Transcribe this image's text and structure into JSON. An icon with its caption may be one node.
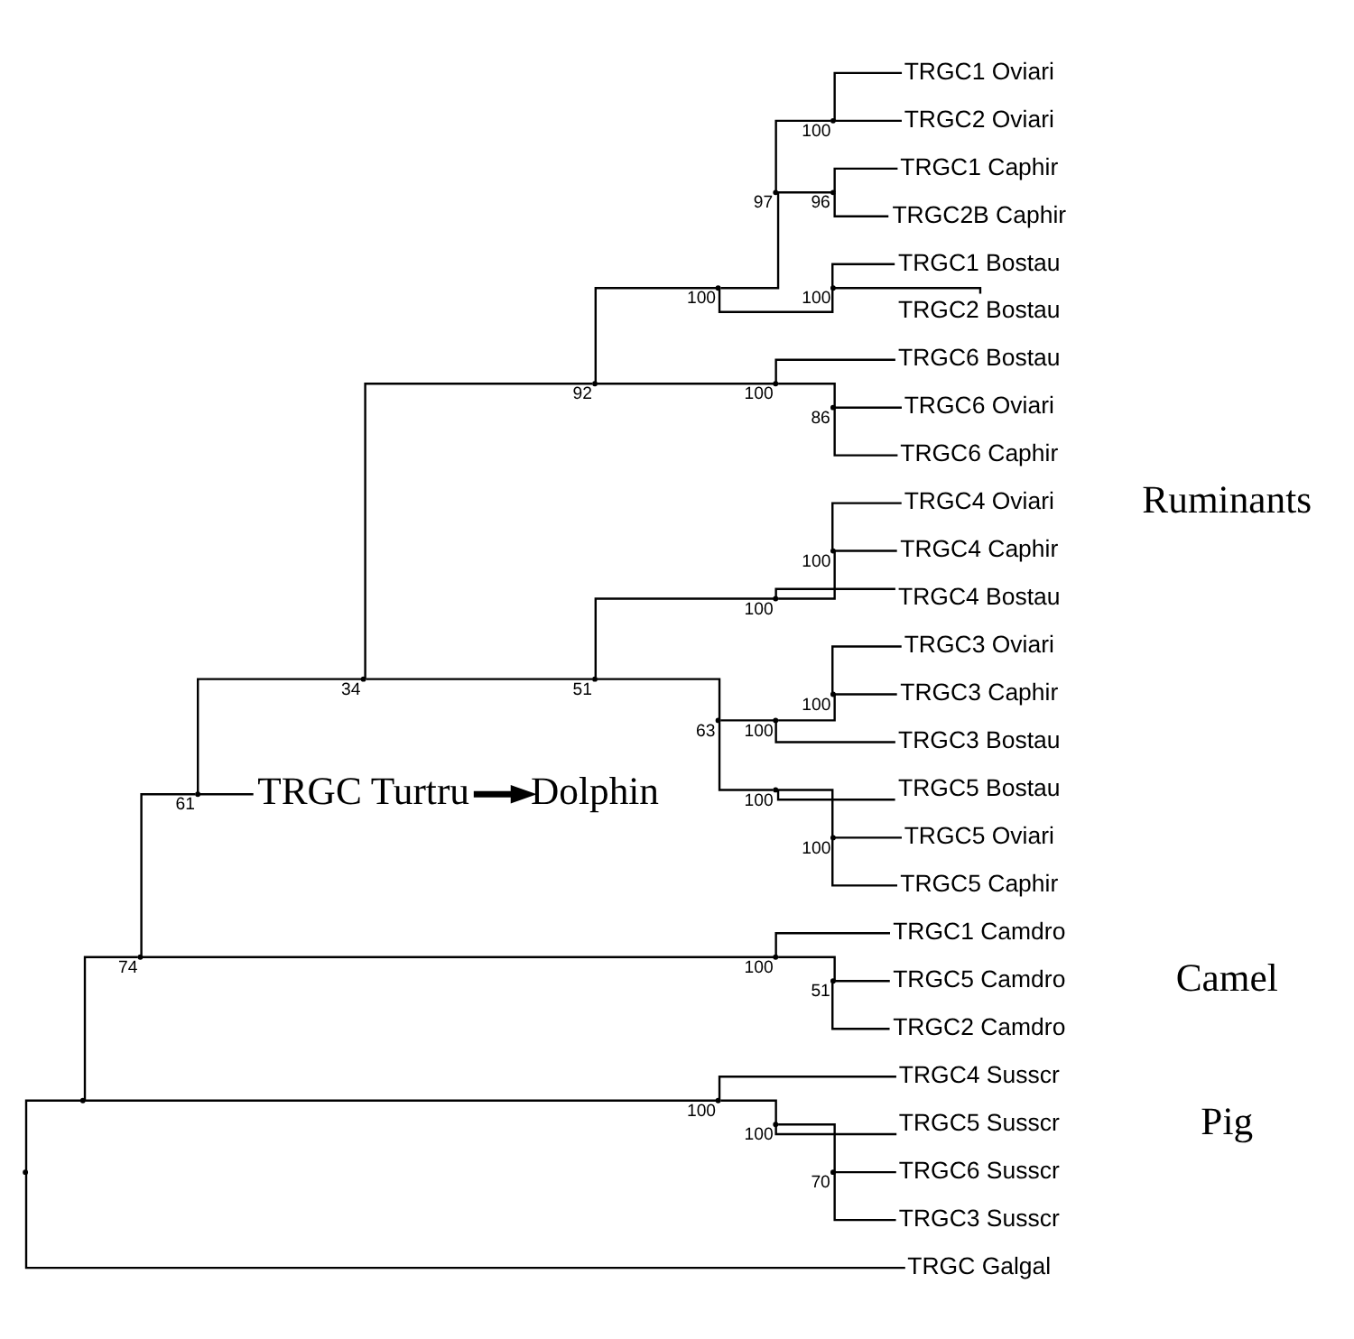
{
  "diagram": {
    "nodes": [
      {
        "text": [],
        "shape": "point"
      },
      {
        "text": [],
        "shape": "point"
      },
      {
        "text": [],
        "shape": "point",
        "beside": [
          "74"
        ]
      },
      {
        "text": [],
        "shape": "point",
        "beside": [
          "61"
        ]
      },
      {
        "text": [],
        "shape": "point",
        "beside": [
          "34"
        ]
      },
      {
        "text": [],
        "shape": "point",
        "beside": [
          "92"
        ]
      },
      {
        "text": [],
        "shape": "point",
        "beside": [
          "100"
        ]
      },
      {
        "text": [],
        "shape": "point",
        "beside": [
          "97"
        ]
      },
      {
        "text": [],
        "shape": "point",
        "beside": [
          "100"
        ]
      },
      {
        "text": [
          "TRGC1 Oviari"
        ]
      },
      {
        "text": [
          "TRGC2 Oviari"
        ]
      },
      {
        "text": [],
        "shape": "point",
        "beside": [
          "96"
        ]
      },
      {
        "text": [
          "TRGC1 Caphir"
        ]
      },
      {
        "text": [
          "TRGC2B Caphir"
        ]
      },
      {
        "text": [],
        "shape": "point",
        "beside": [
          "100"
        ]
      },
      {
        "text": [
          "TRGC1 Bostau"
        ]
      },
      {
        "text": [
          "TRGC2 Bostau"
        ]
      },
      {
        "text": [],
        "shape": "point",
        "beside": [
          "100"
        ]
      },
      {
        "text": [
          "TRGC6 Bostau"
        ]
      },
      {
        "text": [],
        "shape": "point",
        "beside": [
          "86"
        ]
      },
      {
        "text": [
          "TRGC6 Oviari"
        ]
      },
      {
        "text": [
          "TRGC6 Caphir"
        ]
      },
      {
        "text": [],
        "shape": "point",
        "beside": [
          "51"
        ]
      },
      {
        "text": [],
        "shape": "point",
        "beside": [
          "100"
        ]
      },
      {
        "text": [],
        "shape": "point",
        "beside": [
          "100"
        ]
      },
      {
        "text": [
          "TRGC4 Oviari"
        ]
      },
      {
        "text": [
          "TRGC4 Caphir"
        ]
      },
      {
        "text": [
          "TRGC4 Bostau"
        ]
      },
      {
        "text": [],
        "shape": "point",
        "beside": [
          "63"
        ]
      },
      {
        "text": [],
        "shape": "point",
        "beside": [
          "100"
        ]
      },
      {
        "text": [],
        "shape": "point",
        "beside": [
          "100"
        ]
      },
      {
        "text": [
          "TRGC3 Oviari"
        ]
      },
      {
        "text": [
          "TRGC3 Caphir"
        ]
      },
      {
        "text": [
          "TRGC3 Bostau"
        ]
      },
      {
        "text": [],
        "shape": "point",
        "beside": [
          "100"
        ]
      },
      {
        "text": [
          "TRGC5 Bostau"
        ]
      },
      {
        "text": [],
        "shape": "point",
        "beside": [
          "100"
        ]
      },
      {
        "text": [
          "TRGC5 Oviari"
        ]
      },
      {
        "text": [
          "TRGC5 Caphir"
        ]
      },
      {
        "text": [
          "TRGC Turtru"
        ]
      },
      {
        "text": [
          "Dolphin"
        ]
      },
      {
        "text": [],
        "shape": "point",
        "beside": [
          "100"
        ]
      },
      {
        "text": [
          "TRGC1 Camdro"
        ]
      },
      {
        "text": [],
        "shape": "point",
        "beside": [
          "51"
        ]
      },
      {
        "text": [
          "TRGC5 Camdro"
        ]
      },
      {
        "text": [
          "TRGC2 Camdro"
        ]
      },
      {
        "text": [],
        "shape": "point",
        "beside": [
          "100"
        ]
      },
      {
        "text": [
          "TRGC4 Susscr"
        ]
      },
      {
        "text": [],
        "shape": "point",
        "beside": [
          "100"
        ]
      },
      {
        "text": [
          "TRGC5 Susscr"
        ]
      },
      {
        "text": [],
        "shape": "point",
        "beside": [
          "70"
        ]
      },
      {
        "text": [
          "TRGC6 Susscr"
        ]
      },
      {
        "text": [
          "TRGC3 Susscr"
        ]
      },
      {
        "text": [
          "TRGC Galgal"
        ]
      }
    ],
    "edges": [
      {
        "from": 0,
        "to": 1,
        "arrow": "none"
      },
      {
        "from": 1,
        "to": 2,
        "arrow": "none"
      },
      {
        "from": 2,
        "to": 3,
        "arrow": "none"
      },
      {
        "from": 3,
        "to": 4,
        "arrow": "none"
      },
      {
        "from": 4,
        "to": 5,
        "arrow": "none"
      },
      {
        "from": 5,
        "to": 6,
        "arrow": "none"
      },
      {
        "from": 6,
        "to": 7,
        "arrow": "none"
      },
      {
        "from": 7,
        "to": 8,
        "arrow": "none"
      },
      {
        "from": 8,
        "to": 9,
        "arrow": "none"
      },
      {
        "from": 8,
        "to": 10,
        "arrow": "none"
      },
      {
        "from": 7,
        "to": 11,
        "arrow": "none"
      },
      {
        "from": 11,
        "to": 12,
        "arrow": "none"
      },
      {
        "from": 11,
        "to": 13,
        "arrow": "none"
      },
      {
        "from": 6,
        "to": 14,
        "arrow": "none"
      },
      {
        "from": 14,
        "to": 15,
        "arrow": "none"
      },
      {
        "from": 14,
        "to": 16,
        "arrow": "none"
      },
      {
        "from": 5,
        "to": 17,
        "arrow": "none"
      },
      {
        "from": 17,
        "to": 18,
        "arrow": "none"
      },
      {
        "from": 17,
        "to": 19,
        "arrow": "none"
      },
      {
        "from": 19,
        "to": 20,
        "arrow": "none"
      },
      {
        "from": 19,
        "to": 21,
        "arrow": "none"
      },
      {
        "from": 4,
        "to": 22,
        "arrow": "none"
      },
      {
        "from": 22,
        "to": 23,
        "arrow": "none"
      },
      {
        "from": 23,
        "to": 24,
        "arrow": "none"
      },
      {
        "from": 24,
        "to": 25,
        "arrow": "none"
      },
      {
        "from": 24,
        "to": 26,
        "arrow": "none"
      },
      {
        "from": 23,
        "to": 27,
        "arrow": "none"
      },
      {
        "from": 22,
        "to": 28,
        "arrow": "none"
      },
      {
        "from": 28,
        "to": 29,
        "arrow": "none"
      },
      {
        "from": 29,
        "to": 30,
        "arrow": "none"
      },
      {
        "from": 30,
        "to": 31,
        "arrow": "none"
      },
      {
        "from": 30,
        "to": 32,
        "arrow": "none"
      },
      {
        "from": 29,
        "to": 33,
        "arrow": "none"
      },
      {
        "from": 28,
        "to": 34,
        "arrow": "none"
      },
      {
        "from": 34,
        "to": 35,
        "arrow": "none"
      },
      {
        "from": 34,
        "to": 36,
        "arrow": "none"
      },
      {
        "from": 36,
        "to": 37,
        "arrow": "none"
      },
      {
        "from": 36,
        "to": 38,
        "arrow": "none"
      },
      {
        "from": 3,
        "to": 39,
        "arrow": "none"
      },
      {
        "from": 39,
        "to": 40,
        "arrow": "to",
        "style": "thick"
      },
      {
        "from": 2,
        "to": 41,
        "arrow": "none"
      },
      {
        "from": 41,
        "to": 42,
        "arrow": "none"
      },
      {
        "from": 41,
        "to": 43,
        "arrow": "none"
      },
      {
        "from": 43,
        "to": 44,
        "arrow": "none"
      },
      {
        "from": 43,
        "to": 45,
        "arrow": "none"
      },
      {
        "from": 1,
        "to": 46,
        "arrow": "none"
      },
      {
        "from": 46,
        "to": 47,
        "arrow": "none"
      },
      {
        "from": 46,
        "to": 48,
        "arrow": "none"
      },
      {
        "from": 48,
        "to": 49,
        "arrow": "none"
      },
      {
        "from": 48,
        "to": 50,
        "arrow": "none"
      },
      {
        "from": 50,
        "to": 51,
        "arrow": "none"
      },
      {
        "from": 50,
        "to": 52,
        "arrow": "none"
      },
      {
        "from": 0,
        "to": 53,
        "arrow": "none"
      }
    ],
    "labels": [
      "Ruminants",
      "Camel",
      "Pig"
    ]
  }
}
